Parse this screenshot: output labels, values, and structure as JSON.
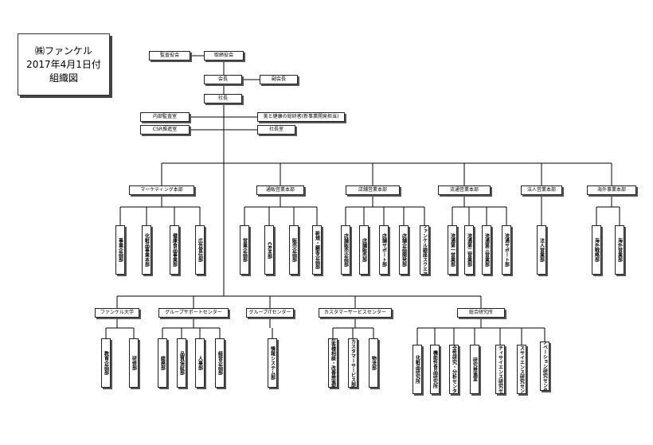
{
  "header": {
    "company": "㈱ファンケル",
    "date": "2017年4月1日付",
    "title": "組織図"
  },
  "top": {
    "audit_board": "監査役会",
    "board_of_directors": "取締役会",
    "chairman": "会長",
    "vice_chairman": "副会長",
    "president": "社長"
  },
  "staff": {
    "internal_audit": "内部監査室",
    "csr": "CSR推進室",
    "beauty_health": "美と健康の総研者(新事業開発担当)",
    "president_office": "社長室"
  },
  "divisions": [
    {
      "name": "マーケティング本部",
      "depts": [
        "事業企画部",
        "化粧品事業本部",
        "健康食品事業部",
        "広告宣伝部"
      ]
    },
    {
      "name": "通販営業本部",
      "depts": [
        "営業企画部",
        "CRM部",
        "販売企画部",
        "新規・顧客企画部"
      ]
    },
    {
      "name": "店舗営業本部",
      "depts": [
        "店舗販売企画部",
        "店舗販売部",
        "店舗サポート部",
        "店舗企画開発部",
        "ファンケル銀座スクエア"
      ]
    },
    {
      "name": "流通営業本部",
      "depts": [
        "流通第一営業部",
        "流通第二営業部",
        "流通第三営業部",
        "流通サポート部"
      ]
    },
    {
      "name": "法人営業本部",
      "depts": [
        "法人営業部"
      ]
    },
    {
      "name": "海外事業本部",
      "depts": [
        "海外戦略部",
        "海外営業部"
      ]
    }
  ],
  "lower": [
    {
      "name": "ファンケル大学",
      "depts": [
        "教育企画部",
        "研修部"
      ]
    },
    {
      "name": "グループサポートセンター",
      "depts": [
        "総務部",
        "品質保証部",
        "人事部",
        "経営企画部"
      ]
    },
    {
      "name": "グループITセンター",
      "depts": [
        "情報システム部"
      ]
    },
    {
      "name": "カスタマーサービスセンター",
      "depts": [
        "お客様相談・改善推進部",
        "カスタマーサービス部",
        "物流部"
      ]
    },
    {
      "name": "総合研究所",
      "depts": [
        "化粧品研究所",
        "機能性食品研究所",
        "安全性研究・分析センター",
        "研究推進室",
        "ビューティサイエンス研究センター",
        "ヘルスサイエンス研究センター",
        "イノベーション研究センター"
      ]
    }
  ]
}
